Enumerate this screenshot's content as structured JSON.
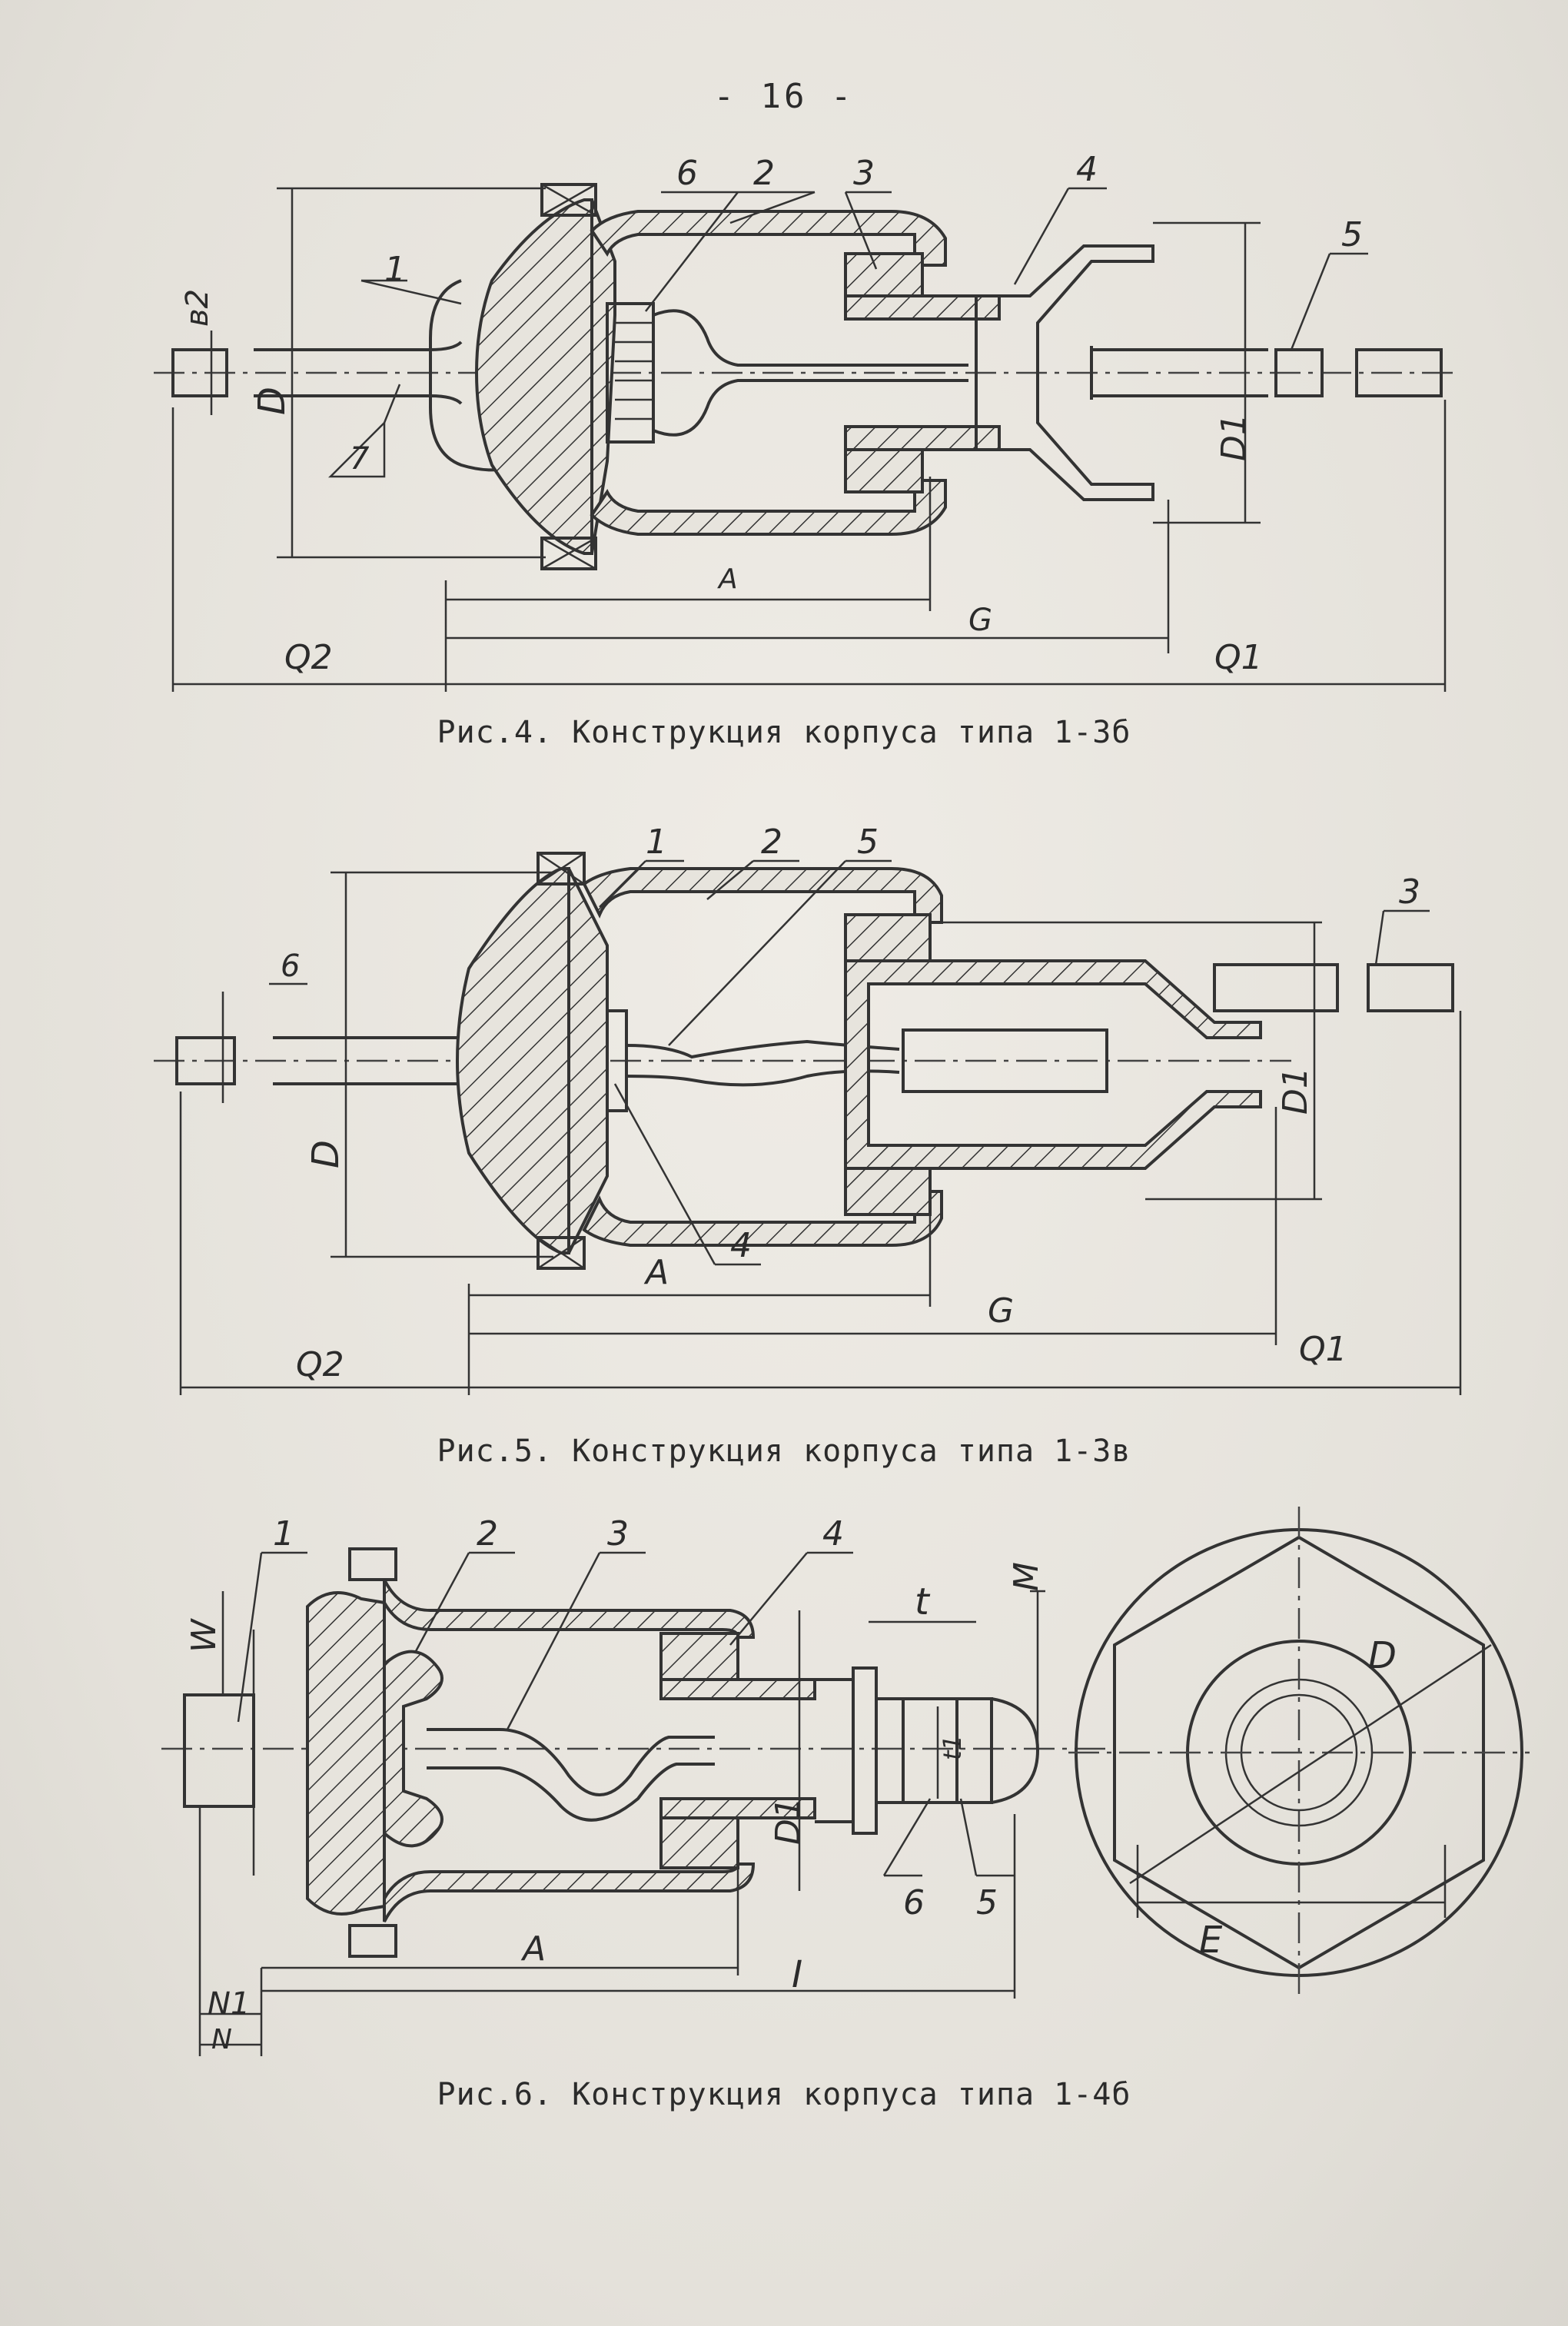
{
  "page": {
    "number": "- 16 -"
  },
  "figures": [
    {
      "caption": "Рис.4. Конструкция корпуса типа 1-3б",
      "labels": {
        "p1": "1",
        "p2": "2",
        "p3": "3",
        "p4": "4",
        "p5": "5",
        "p6": "6",
        "p7": "7",
        "b2": "в2",
        "D": "D",
        "D1": "D1",
        "A": "A",
        "G": "G",
        "Q1": "Q1",
        "Q2": "Q2"
      }
    },
    {
      "caption": "Рис.5. Конструкция корпуса типа 1-3в",
      "labels": {
        "p1": "1",
        "p2": "2",
        "p3": "3",
        "p4": "4",
        "p5": "5",
        "p6": "6",
        "D": "D",
        "D1": "D1",
        "A": "A",
        "G": "G",
        "Q1": "Q1",
        "Q2": "Q2"
      }
    },
    {
      "caption": "Рис.6. Конструкция корпуса типа 1-4б",
      "labels": {
        "p1": "1",
        "p2": "2",
        "p3": "3",
        "p4": "4",
        "p5": "5",
        "p6": "6",
        "W": "W",
        "t": "t",
        "t1": "t1",
        "M": "M",
        "D1": "D1",
        "A": "A",
        "N1": "N1",
        "N": "N",
        "I": "I",
        "D": "D",
        "E": "E"
      }
    }
  ]
}
